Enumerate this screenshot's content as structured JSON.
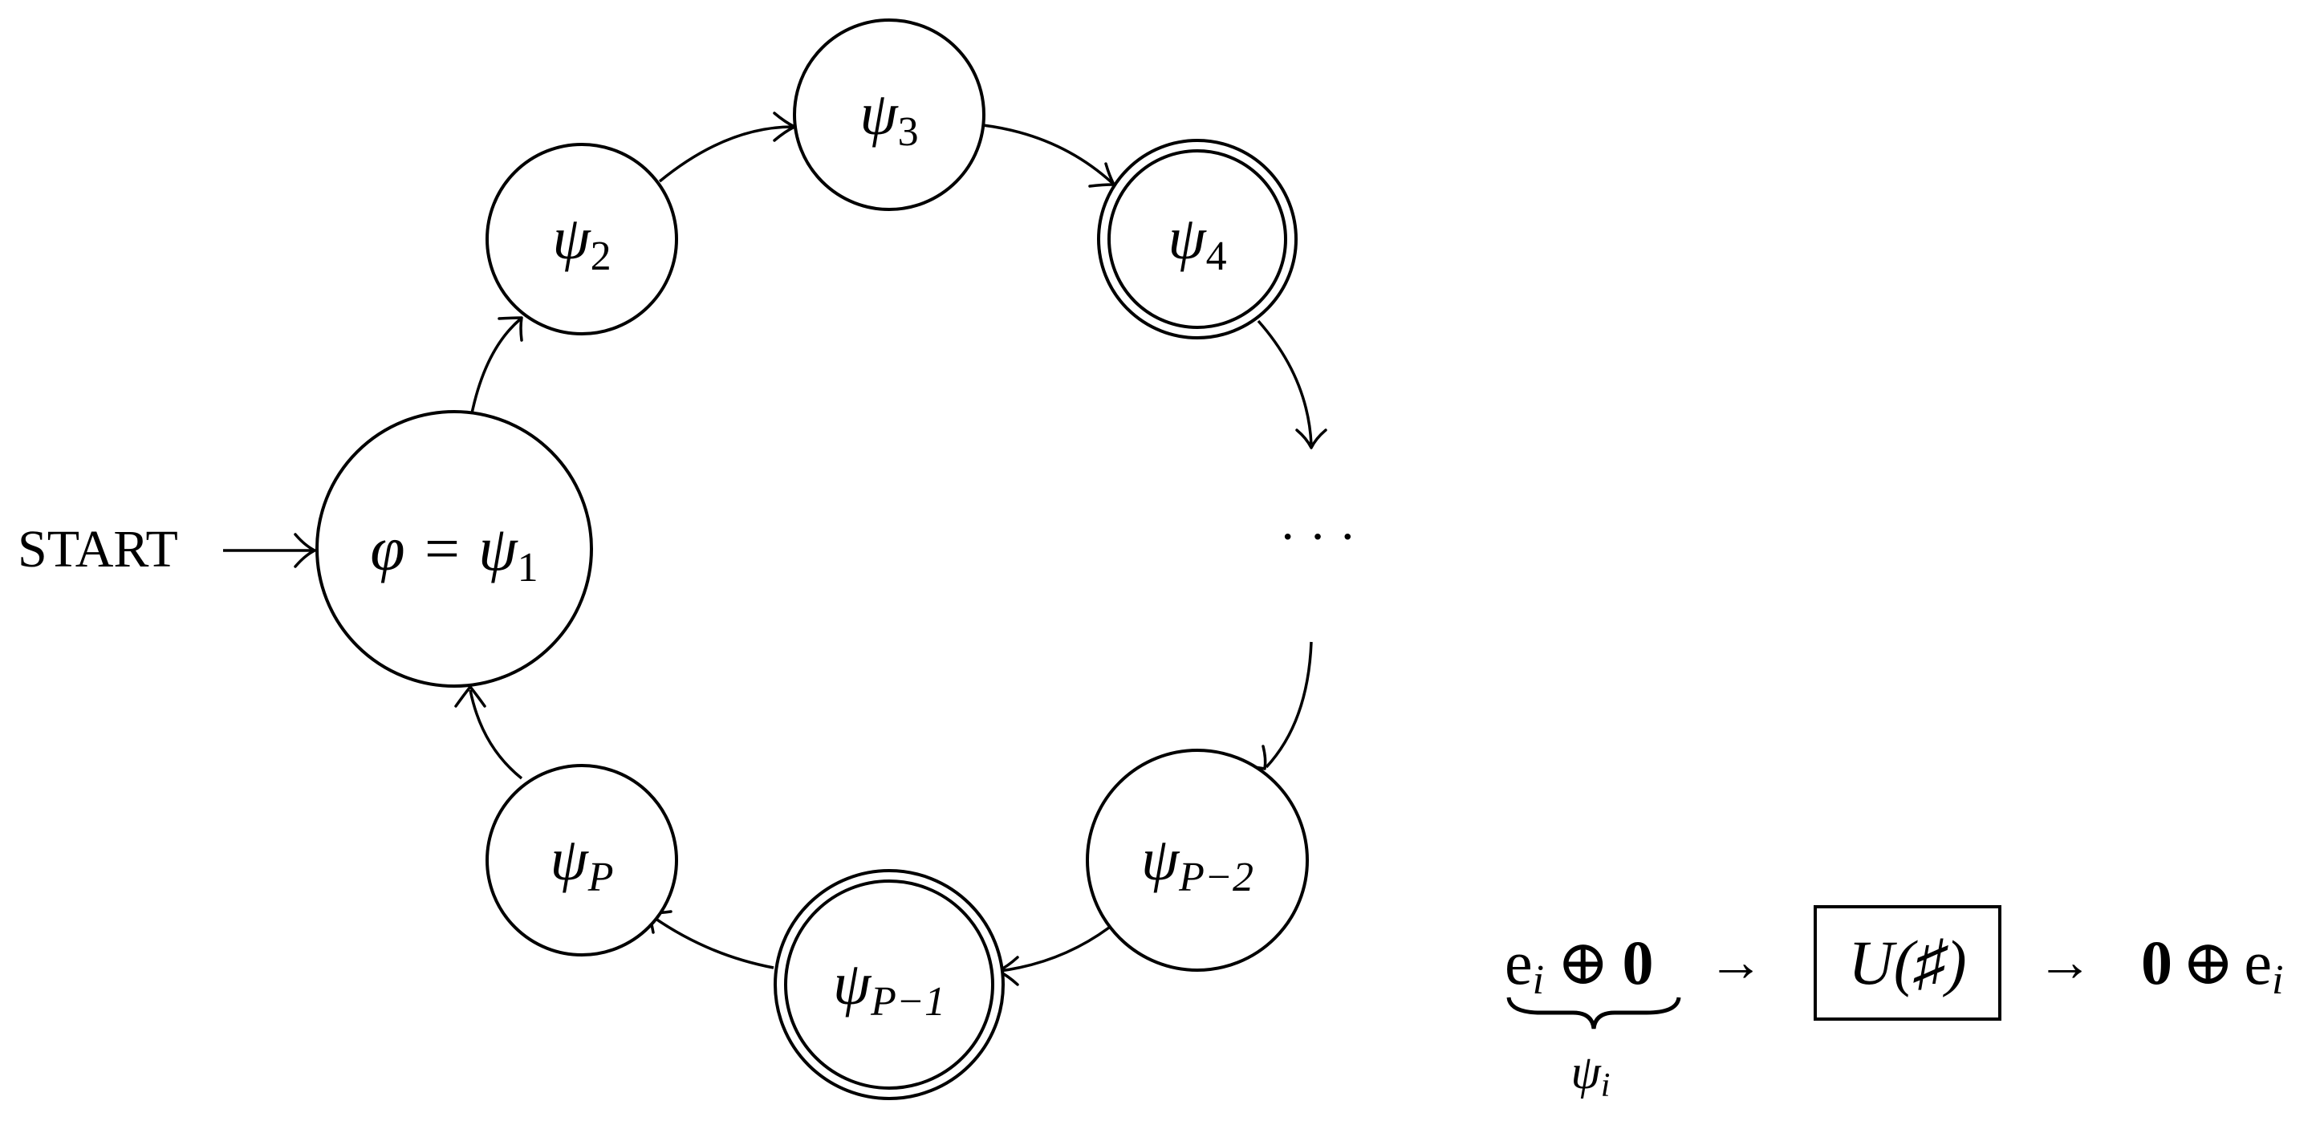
{
  "start_label": "START",
  "ellipsis": "· · ·",
  "states": {
    "s1": {
      "symbol": "φ = ψ",
      "sub": "1"
    },
    "s2": {
      "symbol": "ψ",
      "sub": "2"
    },
    "s3": {
      "symbol": "ψ",
      "sub": "3"
    },
    "s4": {
      "symbol": "ψ",
      "sub": "4"
    },
    "sP2": {
      "symbol": "ψ",
      "sub": "P−2"
    },
    "sP1": {
      "symbol": "ψ",
      "sub": "P−1"
    },
    "sP": {
      "symbol": "ψ",
      "sub": "P"
    }
  },
  "formula": {
    "lhs_e": "e",
    "lhs_e_sub": "i",
    "oplus_1": "⊕",
    "zero_1": "0",
    "arrow_1": "→",
    "box_content": "U(♯)",
    "arrow_2": "→",
    "zero_2": "0",
    "oplus_2": "⊕",
    "rhs_e": "e",
    "rhs_e_sub": "i",
    "brace_label": "ψ",
    "brace_label_sub": "i"
  }
}
